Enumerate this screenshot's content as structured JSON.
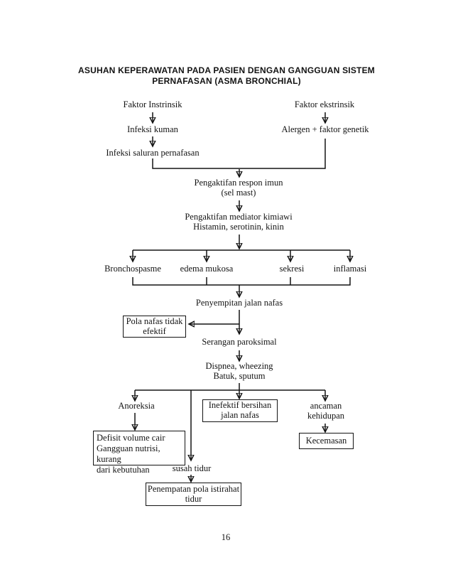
{
  "page": {
    "number": "16",
    "paper_color": "#ffffff",
    "ink_color": "#131313"
  },
  "title": {
    "text": "ASUHAN KEPERAWATAN PADA PASIEN DENGAN GANGGUAN SISTEM\nPERNAFASAN (ASMA BRONCHIAL)"
  },
  "flow": {
    "faktor_instrinsik": "Faktor Instrinsik",
    "faktor_ekstrinsik": "Faktor ekstrinsik",
    "infeksi_kuman": "Infeksi kuman",
    "alergen_faktor_genetik": "Alergen + faktor genetik",
    "infeksi_saluran_pernafasan": "Infeksi saluran pernafasan",
    "pengaktifan_respon_imun": "Pengaktifan respon imun\n(sel mast)",
    "pengaktifan_mediator_kimiawi": "Pengaktifan mediator kimiawi\nHistamin, serotinin, kinin",
    "bronchospasme": "Bronchospasme",
    "edema_mukosa": "edema mukosa",
    "sekresi": "sekresi",
    "inflamasi": "inflamasi",
    "penyempitan_jalan_nafas": "Penyempitan jalan nafas",
    "pola_nafas_tidak_efektif": "Pola nafas tidak\nefektif",
    "serangan_paroksimal": "Serangan paroksimal",
    "dispnea_batuk": "Dispnea, wheezing\nBatuk, sputum",
    "anoreksia": "Anoreksia",
    "inefektif_bersihan_jalan_nafas": "Inefektif bersihan\njalan nafas",
    "ancaman_kehidupan": "ancaman\nkehidupan",
    "defisit_volume_cair": "Defisit volume cair\nGangguan nutrisi, kurang\ndari kebutuhan",
    "kecemasan": "Kecemasan",
    "susah_tidur": "susah tidur",
    "penempatan_pola_istirahat_tidur": "Penempatan pola istirahat\ntidur"
  }
}
